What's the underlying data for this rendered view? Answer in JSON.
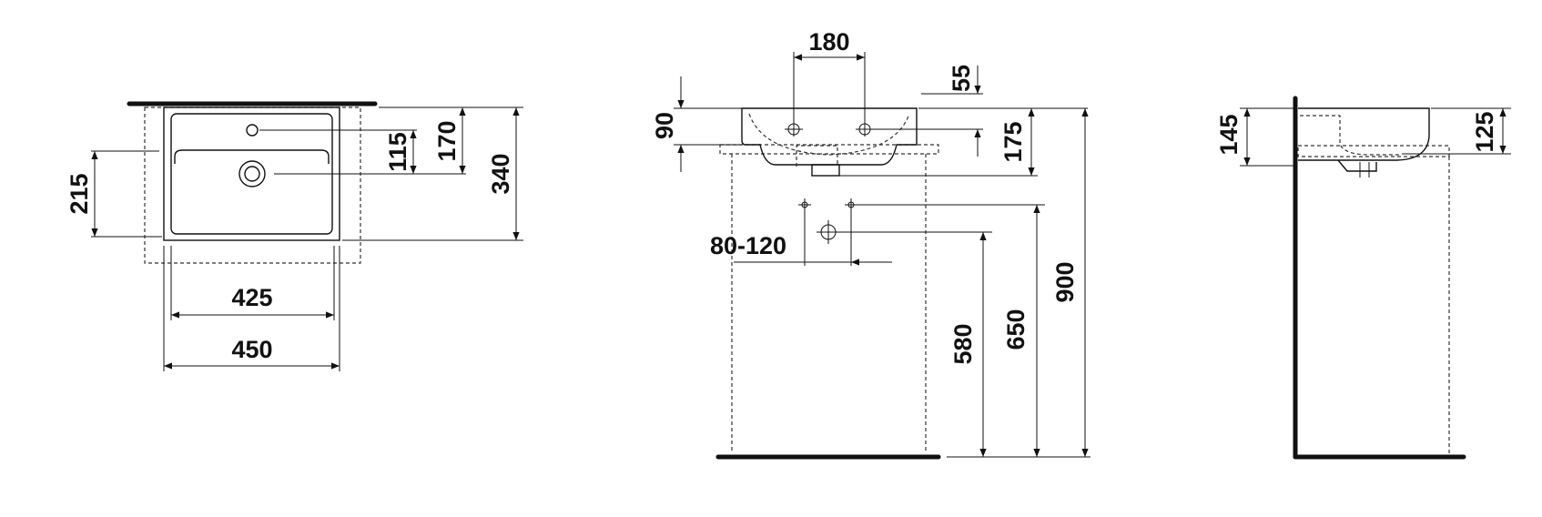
{
  "dimensions": {
    "top_215": "215",
    "top_115": "115",
    "top_170": "170",
    "top_340": "340",
    "top_425": "425",
    "top_450": "450",
    "front_180": "180",
    "front_55": "55",
    "front_90": "90",
    "front_175": "175",
    "front_80_120": "80-120",
    "front_580": "580",
    "front_650": "650",
    "front_900": "900",
    "side_145": "145",
    "side_125": "125"
  },
  "colors": {
    "line": "#111111",
    "background": "#ffffff"
  }
}
